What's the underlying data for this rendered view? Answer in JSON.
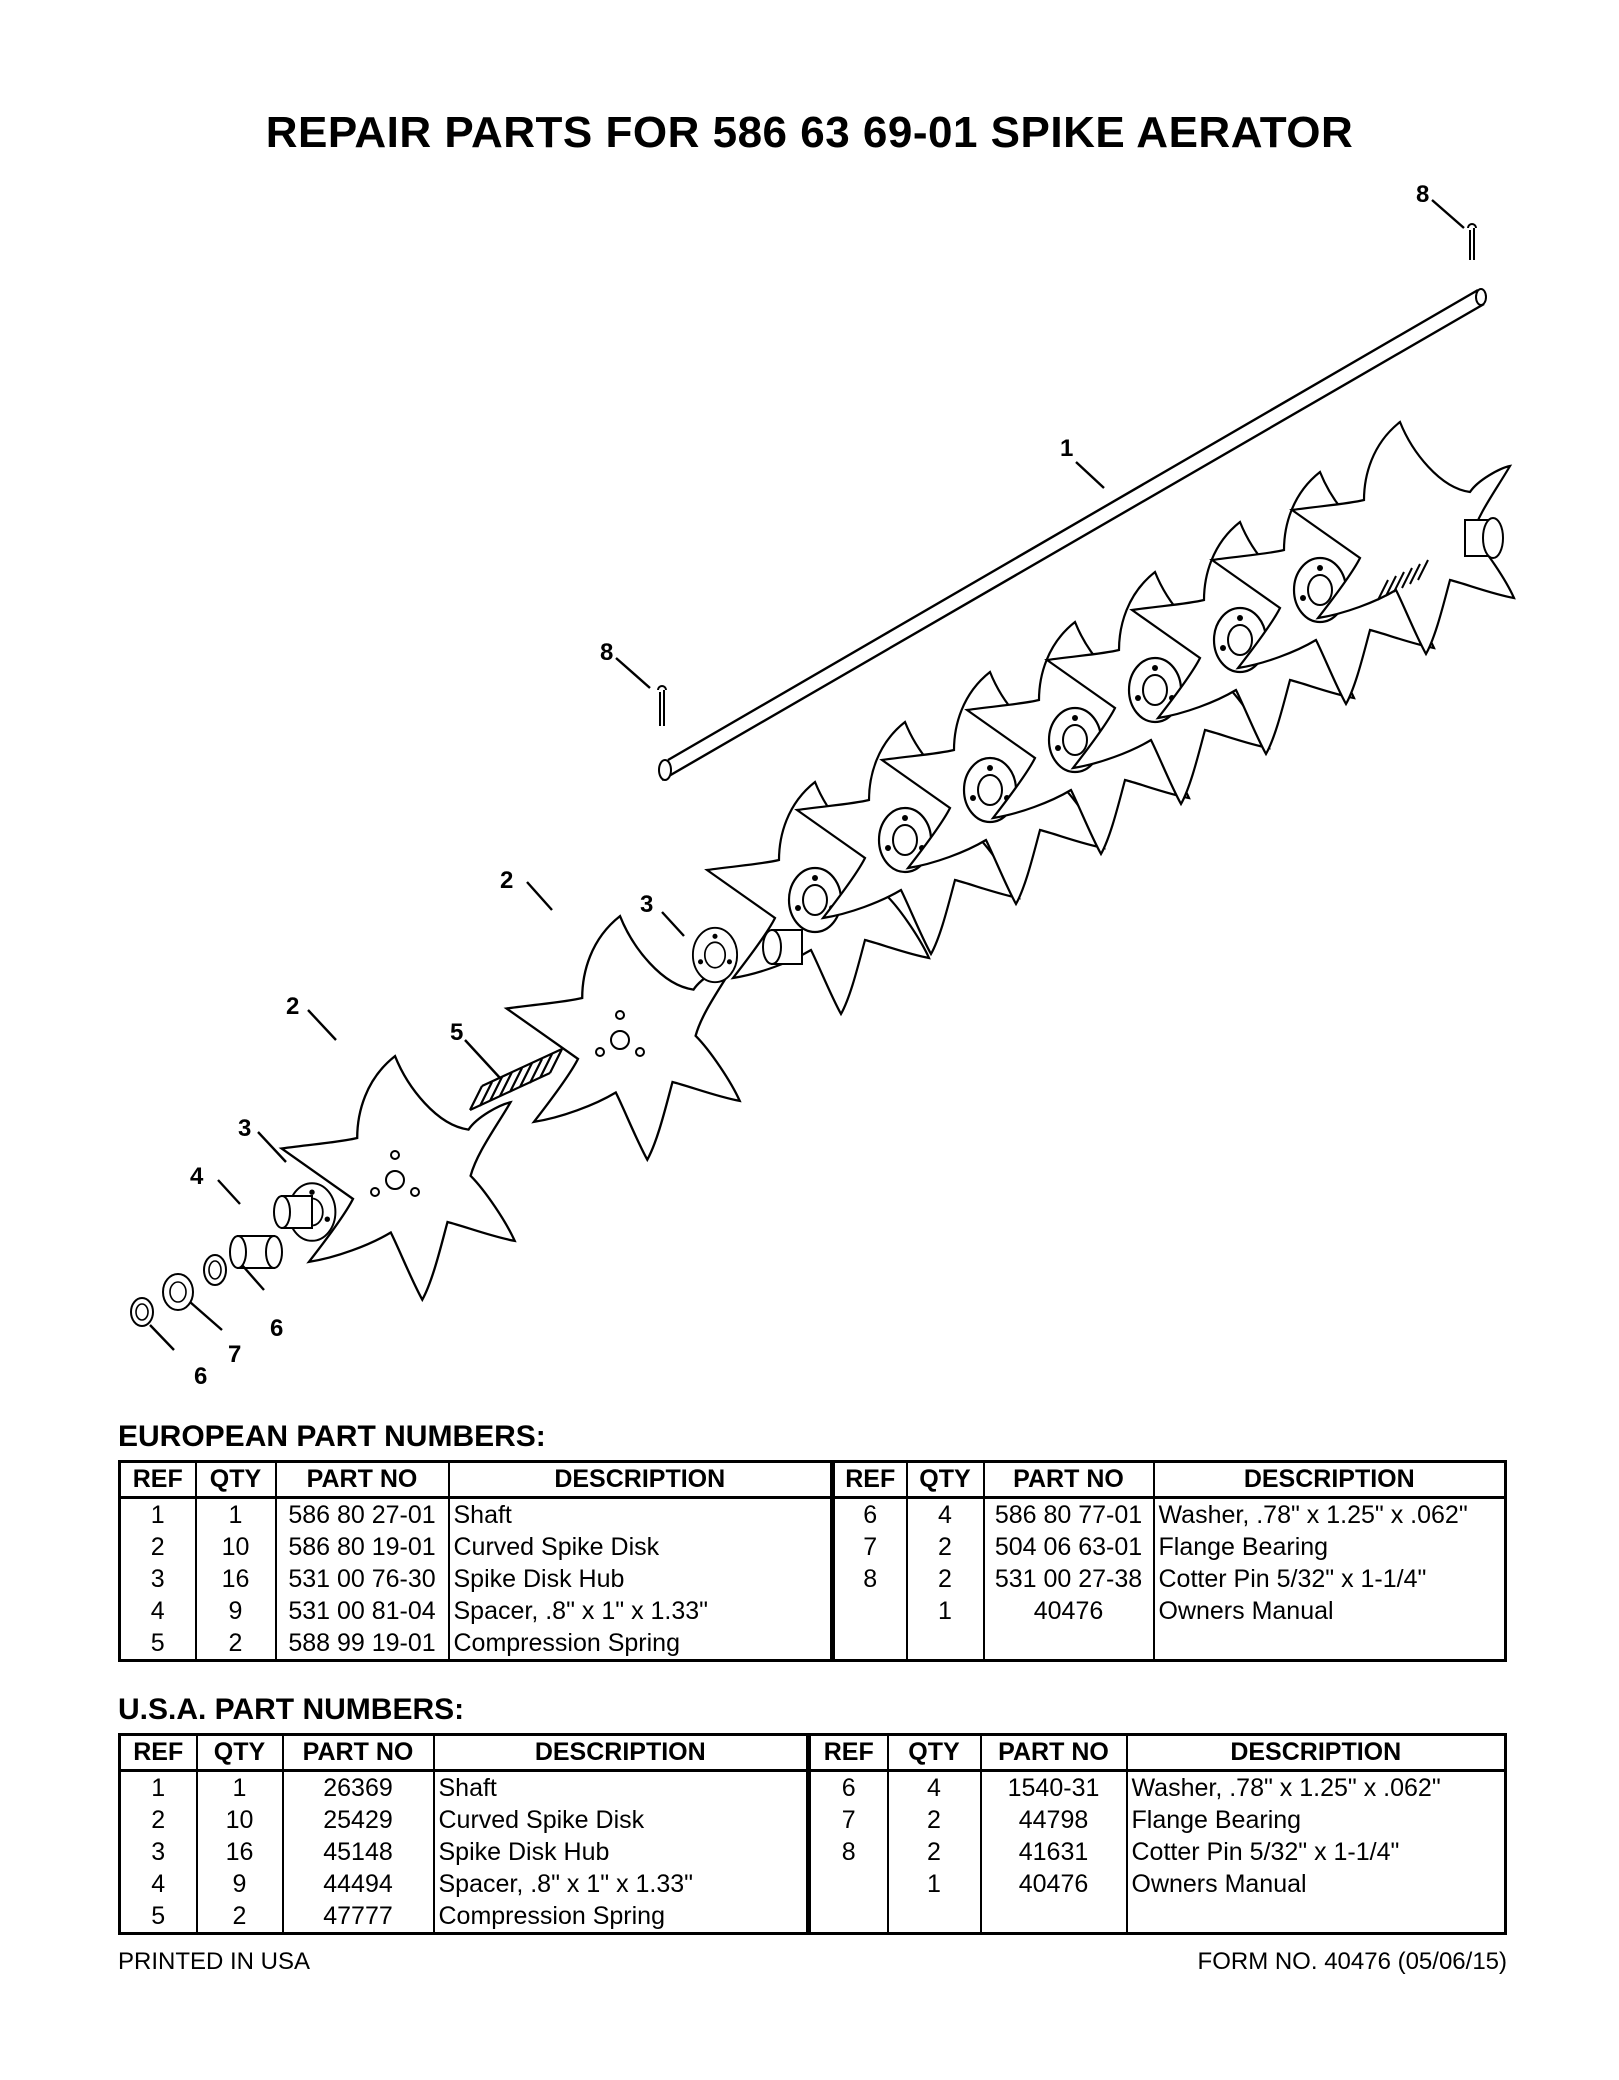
{
  "title": "REPAIR PARTS FOR 586 63 69-01 SPIKE AERATOR",
  "callouts": [
    "1",
    "2",
    "2",
    "3",
    "3",
    "4",
    "5",
    "6",
    "6",
    "7",
    "8",
    "8"
  ],
  "european": {
    "heading": "EUROPEAN PART NUMBERS:",
    "headers": [
      "REF",
      "QTY",
      "PART NO",
      "DESCRIPTION",
      "REF",
      "QTY",
      "PART NO",
      "DESCRIPTION"
    ],
    "rows": [
      [
        "1",
        "1",
        "586 80 27-01",
        "Shaft",
        "6",
        "4",
        "586 80 77-01",
        "Washer, .78\" x 1.25\" x .062\""
      ],
      [
        "2",
        "10",
        "586 80 19-01",
        "Curved Spike Disk",
        "7",
        "2",
        "504 06 63-01",
        "Flange Bearing"
      ],
      [
        "3",
        "16",
        "531 00 76-30",
        "Spike Disk Hub",
        "8",
        "2",
        "531 00 27-38",
        "Cotter Pin 5/32\" x 1-1/4\""
      ],
      [
        "4",
        "9",
        "531 00 81-04",
        "Spacer, .8\" x 1\" x 1.33\"",
        "",
        "1",
        "40476",
        "Owners Manual"
      ],
      [
        "5",
        "2",
        "588 99 19-01",
        "Compression Spring",
        "",
        "",
        "",
        ""
      ]
    ]
  },
  "usa": {
    "heading": "U.S.A. PART NUMBERS:",
    "headers": [
      "REF",
      "QTY",
      "PART NO",
      "DESCRIPTION",
      "REF",
      "QTY",
      "PART NO",
      "DESCRIPTION"
    ],
    "rows": [
      [
        "1",
        "1",
        "26369",
        "Shaft",
        "6",
        "4",
        "1540-31",
        "Washer, .78\" x 1.25\" x .062\""
      ],
      [
        "2",
        "10",
        "25429",
        "Curved Spike Disk",
        "7",
        "2",
        "44798",
        "Flange Bearing"
      ],
      [
        "3",
        "16",
        "45148",
        "Spike Disk Hub",
        "8",
        "2",
        "41631",
        "Cotter Pin 5/32\" x 1-1/4\""
      ],
      [
        "4",
        "9",
        "44494",
        "Spacer, .8\" x 1\" x 1.33\"",
        "",
        "1",
        "40476",
        "Owners Manual"
      ],
      [
        "5",
        "2",
        "47777",
        "Compression Spring",
        "",
        "",
        "",
        ""
      ]
    ]
  },
  "footer": {
    "left": "PRINTED IN USA",
    "right": "FORM NO. 40476 (05/06/15)"
  }
}
